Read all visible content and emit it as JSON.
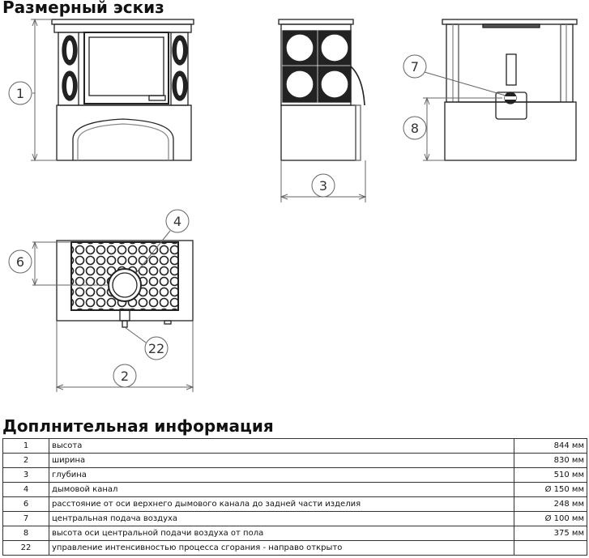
{
  "headings": {
    "sketch": "Размерный эскиз",
    "info": "Доплнительная информация"
  },
  "callouts": {
    "c1": "1",
    "c2": "2",
    "c3": "3",
    "c4": "4",
    "c6": "6",
    "c7": "7",
    "c8": "8",
    "c22": "22"
  },
  "specs": [
    {
      "num": "1",
      "desc": "высота",
      "value": "844 мм"
    },
    {
      "num": "2",
      "desc": "ширина",
      "value": "830 мм"
    },
    {
      "num": "3",
      "desc": "глубина",
      "value": "510 мм"
    },
    {
      "num": "4",
      "desc": "дымовой канал",
      "value": "Ø 150 мм"
    },
    {
      "num": "6",
      "desc": "расстояние от оси верхнего дымового канала до задней части изделия",
      "value": "248 мм"
    },
    {
      "num": "7",
      "desc": "центральная подача воздуха",
      "value": "Ø 100 мм"
    },
    {
      "num": "8",
      "desc": "высота оси центральной подачи воздуха от пола",
      "value": "375 мм"
    },
    {
      "num": "22",
      "desc": "управление интенсивностью процесса сгорания - направо открыто",
      "value": ""
    }
  ]
}
